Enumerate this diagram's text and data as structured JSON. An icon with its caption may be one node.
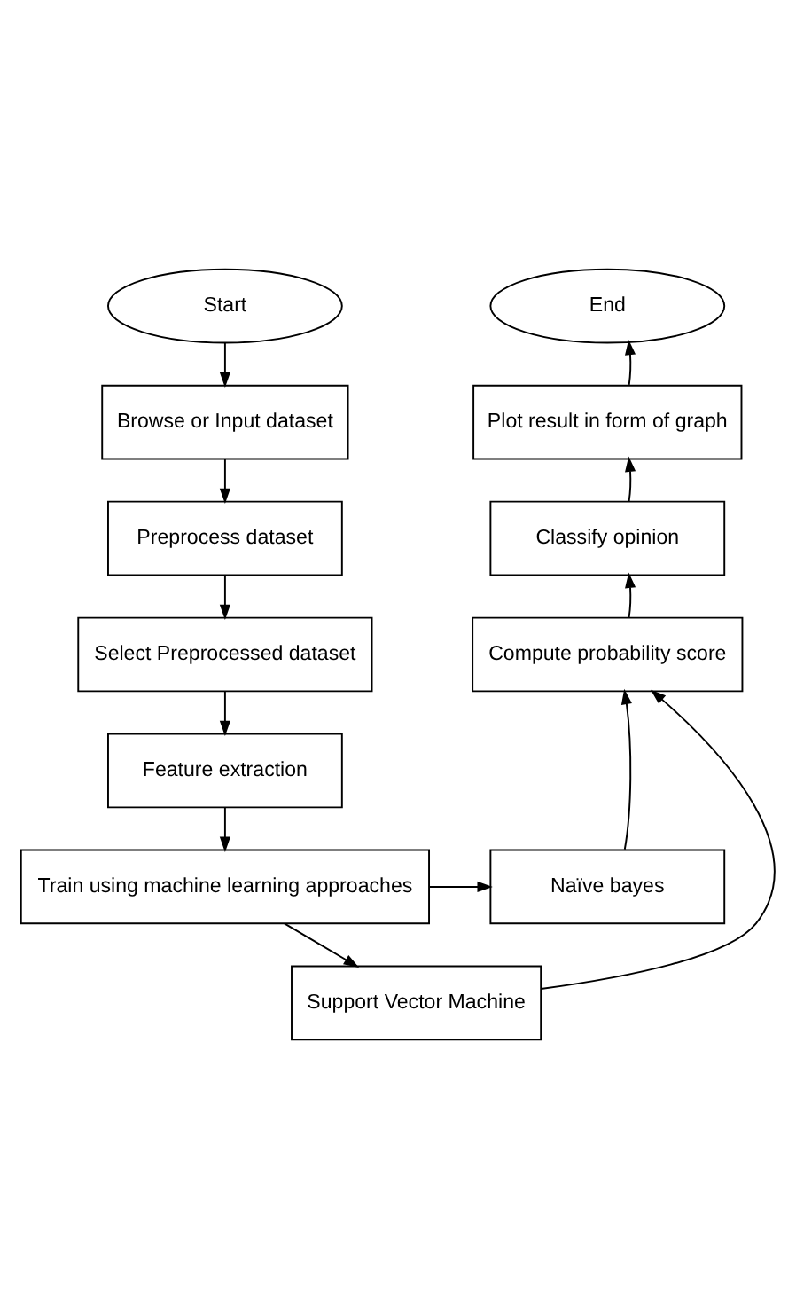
{
  "diagram": {
    "nodes": [
      {
        "text": [
          "Start"
        ]
      },
      {
        "text": [
          "Browse or Input dataset"
        ]
      },
      {
        "text": [
          "Preprocess dataset"
        ]
      },
      {
        "text": [
          "Select Preprocessed dataset"
        ]
      },
      {
        "text": [
          "Feature extraction"
        ]
      },
      {
        "text": [
          "Train using machine learning approaches"
        ]
      },
      {
        "text": [
          "Naïve bayes"
        ]
      },
      {
        "text": [
          "Support Vector Machine"
        ]
      },
      {
        "text": [
          "Compute probability score"
        ]
      },
      {
        "text": [
          "Classify opinion"
        ]
      },
      {
        "text": [
          "Plot result in form of graph"
        ]
      },
      {
        "text": [
          "End"
        ]
      }
    ],
    "edges": [
      {
        "from": 0,
        "to": 1,
        "arrow": "to"
      },
      {
        "from": 1,
        "to": 2,
        "arrow": "to"
      },
      {
        "from": 2,
        "to": 3,
        "arrow": "to"
      },
      {
        "from": 3,
        "to": 4,
        "arrow": "to"
      },
      {
        "from": 4,
        "to": 5,
        "arrow": "to"
      },
      {
        "from": 5,
        "to": 6,
        "arrow": "to"
      },
      {
        "from": 5,
        "to": 7,
        "arrow": "to"
      },
      {
        "from": 6,
        "to": 8,
        "arrow": "to"
      },
      {
        "from": 7,
        "to": 8,
        "arrow": "to"
      },
      {
        "from": 8,
        "to": 9,
        "arrow": "to"
      },
      {
        "from": 9,
        "to": 10,
        "arrow": "to"
      },
      {
        "from": 10,
        "to": 11,
        "arrow": "to"
      }
    ]
  }
}
